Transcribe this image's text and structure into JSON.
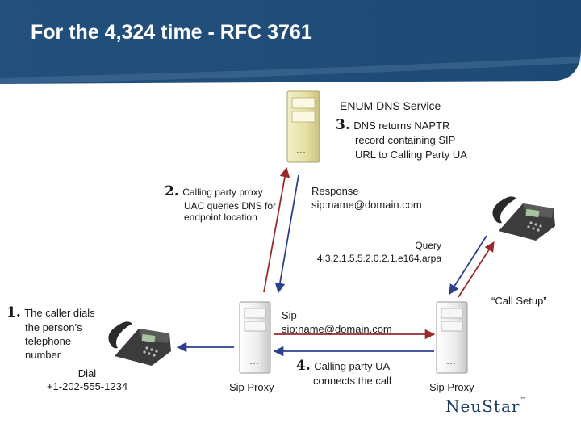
{
  "title": "For the 4,324 time - RFC 3761",
  "enum_service": {
    "label": "ENUM DNS Service",
    "step_number": "3.",
    "step_text": [
      "DNS returns NAPTR",
      "record containing SIP",
      "URL to Calling Party UA"
    ]
  },
  "step2": {
    "number": "2.",
    "lines": [
      "Calling party proxy",
      "UAC queries DNS for",
      "endpoint location"
    ]
  },
  "response": {
    "lines": [
      "Response",
      "sip:name@domain.com"
    ]
  },
  "query": {
    "lines": [
      "Query",
      "4.3.2.1.5.5.2.0.2.1.e164.arpa"
    ]
  },
  "call_setup": "“Call Setup”",
  "step1": {
    "number": "1.",
    "lines": [
      "The caller dials",
      "the person’s",
      "telephone",
      "number"
    ]
  },
  "dial": {
    "lines": [
      "Dial",
      "+1-202-555-1234"
    ]
  },
  "sip": {
    "lines": [
      "Sip",
      "sip:name@domain.com"
    ]
  },
  "step4": {
    "number": "4.",
    "lines": [
      "Calling party UA",
      "connects the call"
    ]
  },
  "proxy_left": "Sip Proxy",
  "proxy_right": "Sip Proxy",
  "logo": {
    "text": "NeuStar",
    "mark": "™"
  },
  "colors": {
    "header": "#1f4e79",
    "arrow_red": "#9b2a2a",
    "arrow_blue": "#2d3f8f",
    "server": "#e8e2a2"
  }
}
